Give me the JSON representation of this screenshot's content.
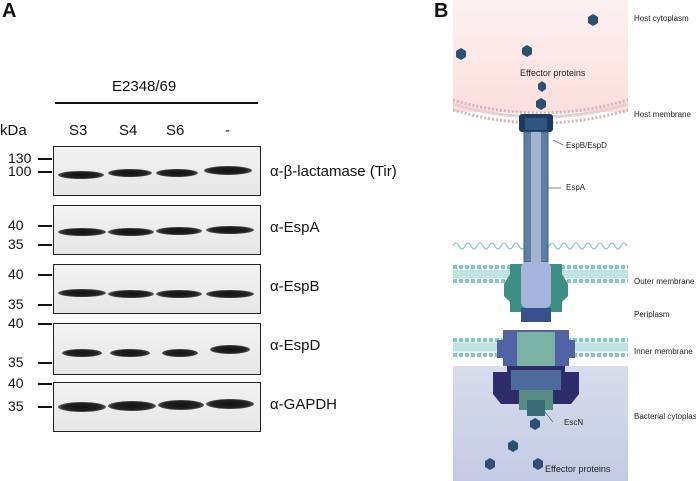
{
  "panel_a": {
    "letter": "A",
    "strain": "E2348/69",
    "kda_label": "kDa",
    "lanes": [
      "S3",
      "S4",
      "S6",
      "-"
    ],
    "blots": [
      {
        "markers": [
          "130",
          "100"
        ],
        "antibody": "α-β-lactamase (Tir)"
      },
      {
        "markers": [
          "40",
          "35"
        ],
        "antibody": "α-EspA"
      },
      {
        "markers": [
          "40",
          "35"
        ],
        "antibody": "α-EspB"
      },
      {
        "markers": [
          "40",
          "35"
        ],
        "antibody": "α-EspD"
      },
      {
        "markers": [
          "40",
          "35"
        ],
        "antibody": "α-GAPDH"
      }
    ]
  },
  "panel_b": {
    "letter": "B",
    "labels": {
      "host_cytoplasm": "Host cytoplasm",
      "effector_top": "Effector proteins",
      "host_membrane": "Host membrane",
      "espb_espd": "EspB/EspD",
      "espa": "EspA",
      "outer_membrane": "Outer membrane",
      "periplasm": "Periplasm",
      "inner_membrane": "Inner membrane",
      "bacterial_cytoplasm": "Bacterial cytoplasm",
      "escn": "EscN",
      "effector_bottom": "Effector proteins"
    },
    "colors": {
      "host_region": "#fde9e8",
      "bacterial_region": "#c9d0e6",
      "membrane_head": "#7fc9c6",
      "host_membrane_head": "#d7b4b4",
      "needle": "#5f7ea3",
      "effector": "#2b5072"
    }
  }
}
